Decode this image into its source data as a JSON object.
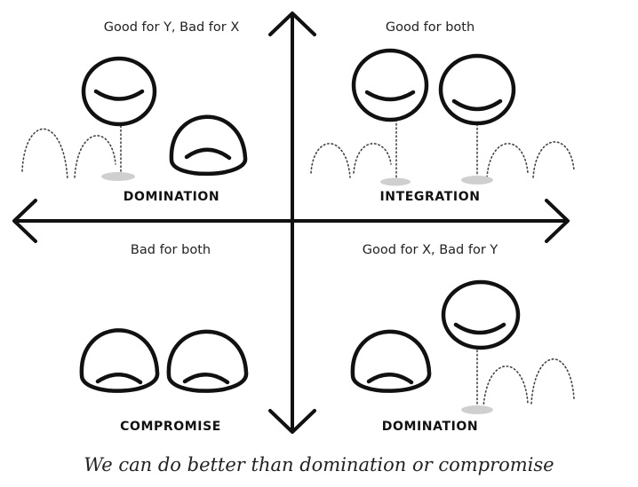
{
  "quadrants": {
    "top_left": {
      "subtitle": "Good for Y, Bad for X",
      "title": "DOMINATION"
    },
    "top_right": {
      "subtitle": "Good for both",
      "title": "INTEGRATION"
    },
    "bottom_left": {
      "subtitle": "Bad for both",
      "title": "COMPROMISE"
    },
    "bottom_right": {
      "subtitle": "Good for X, Bad for Y",
      "title": "DOMINATION"
    }
  },
  "caption": "We can do better than domination or compromise"
}
